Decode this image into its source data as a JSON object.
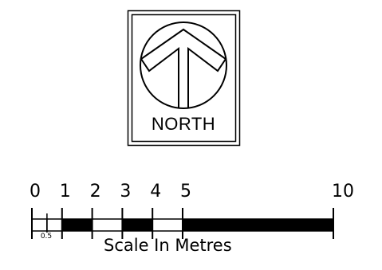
{
  "north_arrow": {
    "label": "NORTH",
    "icon": "north-arrow-icon"
  },
  "scale_bar": {
    "caption": "Scale In Metres",
    "major_ticks": [
      "0",
      "1",
      "2",
      "3",
      "4",
      "5",
      "10"
    ],
    "minor_tick": "0.5",
    "segments": [
      {
        "from": 0,
        "to": 0.5,
        "fill": "white"
      },
      {
        "from": 0.5,
        "to": 1,
        "fill": "white"
      },
      {
        "from": 1,
        "to": 2,
        "fill": "black"
      },
      {
        "from": 2,
        "to": 3,
        "fill": "white"
      },
      {
        "from": 3,
        "to": 4,
        "fill": "black"
      },
      {
        "from": 4,
        "to": 5,
        "fill": "white"
      },
      {
        "from": 5,
        "to": 10,
        "fill": "black"
      }
    ]
  }
}
